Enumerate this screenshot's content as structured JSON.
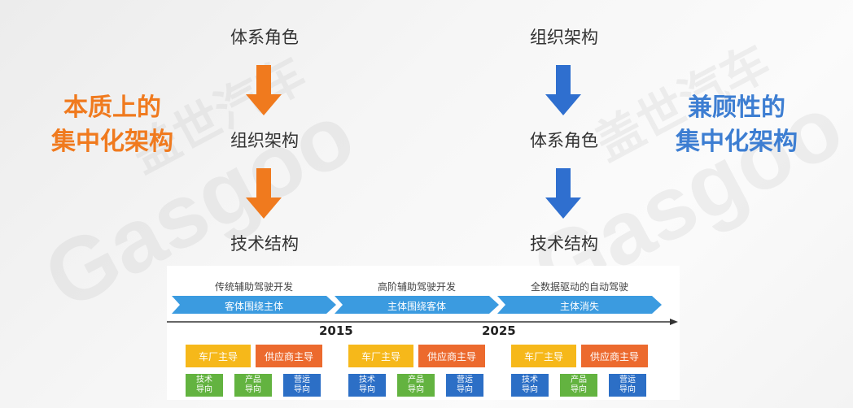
{
  "watermark": {
    "left_brand": "Gasgoo",
    "left_cn": "盖世汽车",
    "right_brand": "Gasgoo",
    "right_cn": "盖世汽车"
  },
  "left": {
    "label_line1": "本质上的",
    "label_line2": "集中化架构",
    "flow": [
      "体系角色",
      "组织架构",
      "技术结构"
    ],
    "arrow_color": "#f07a1e"
  },
  "right": {
    "label_line1": "兼顾性的",
    "label_line2": "集中化架构",
    "flow": [
      "组织架构",
      "体系角色",
      "技术结构"
    ],
    "arrow_color": "#2f6fcf"
  },
  "timeline": {
    "stages": [
      {
        "title": "传统辅助驾驶开发",
        "chevron": "客体围绕主体"
      },
      {
        "title": "高阶辅助驾驶开发",
        "chevron": "主体围绕客体"
      },
      {
        "title": "全数据驱动的自动驾驶",
        "chevron": "主体消失"
      }
    ],
    "years": [
      "2015",
      "2025"
    ],
    "groups": [
      {
        "top": [
          "车厂主导",
          "供应商主导"
        ],
        "bottom": [
          "技术\n导向",
          "产品\n导向",
          "营运\n导向"
        ]
      },
      {
        "top": [
          "车厂主导",
          "供应商主导"
        ],
        "bottom": [
          "技术\n导向",
          "产品\n导向",
          "营运\n导向"
        ]
      },
      {
        "top": [
          "车厂主导",
          "供应商主导"
        ],
        "bottom": [
          "技术\n导向",
          "产品\n导向",
          "营运\n导向"
        ]
      }
    ],
    "colors": {
      "chevron": "#3b9be0",
      "yellow": "#f6b81a",
      "orange": "#ec6a2e",
      "green": "#63b340",
      "blue": "#2c6fc6"
    }
  }
}
